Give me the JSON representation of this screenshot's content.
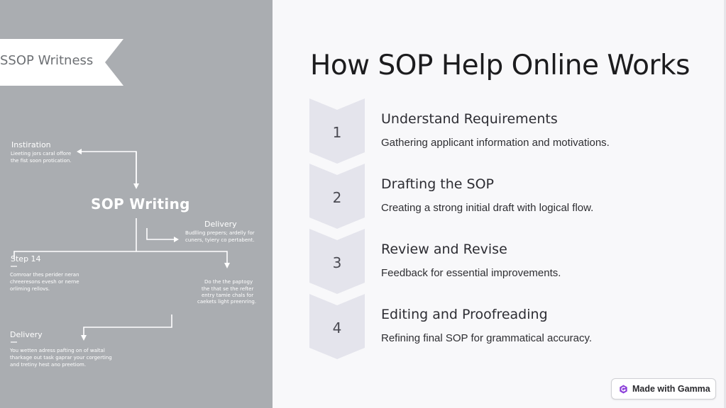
{
  "illustration": {
    "banner_text": "SSOP Writness",
    "inspiration_title": "Instiration",
    "inspiration_text": [
      "Lieeting jors caral offore",
      "the fist soon protication."
    ],
    "center_title": "SOP Writing",
    "delivery1_title": "Delivery",
    "delivery1_text": [
      "Budlling prepers; ardelly for",
      "cuners, tyiery co pertabent."
    ],
    "step14_title": "Step 14",
    "step14_text": [
      "Comroar thes perider neran",
      "chreeresons evesh or nerne",
      "orliming rellovs."
    ],
    "right_note_text": [
      "Do the the paptogy",
      "the that se the refter",
      "entry tamie chals for",
      "caekets light preenring."
    ],
    "delivery2_title": "Delivery",
    "delivery2_text": [
      "You wetten adress pafting on of waltal",
      "tharkage out task gaprar your corgerting",
      "and tretiny hest ano preetiom."
    ]
  },
  "page": {
    "title": "How SOP Help Online Works"
  },
  "steps": [
    {
      "number": "1",
      "title": "Understand Requirements",
      "description": "Gathering applicant information and motivations."
    },
    {
      "number": "2",
      "title": "Drafting the SOP",
      "description": "Creating a strong initial draft with logical flow."
    },
    {
      "number": "3",
      "title": "Review and Revise",
      "description": "Feedback for essential improvements."
    },
    {
      "number": "4",
      "title": "Editing and Proofreading",
      "description": "Refining final SOP for grammatical accuracy."
    }
  ],
  "badge": {
    "label": "Made with Gamma",
    "icon": "gamma-logo-icon"
  },
  "colors": {
    "left_panel": "#aaadb1",
    "background": "#f8f8fa",
    "chevron_fill": "#e4e4ec",
    "badge_icon": "#8b3fd9"
  }
}
